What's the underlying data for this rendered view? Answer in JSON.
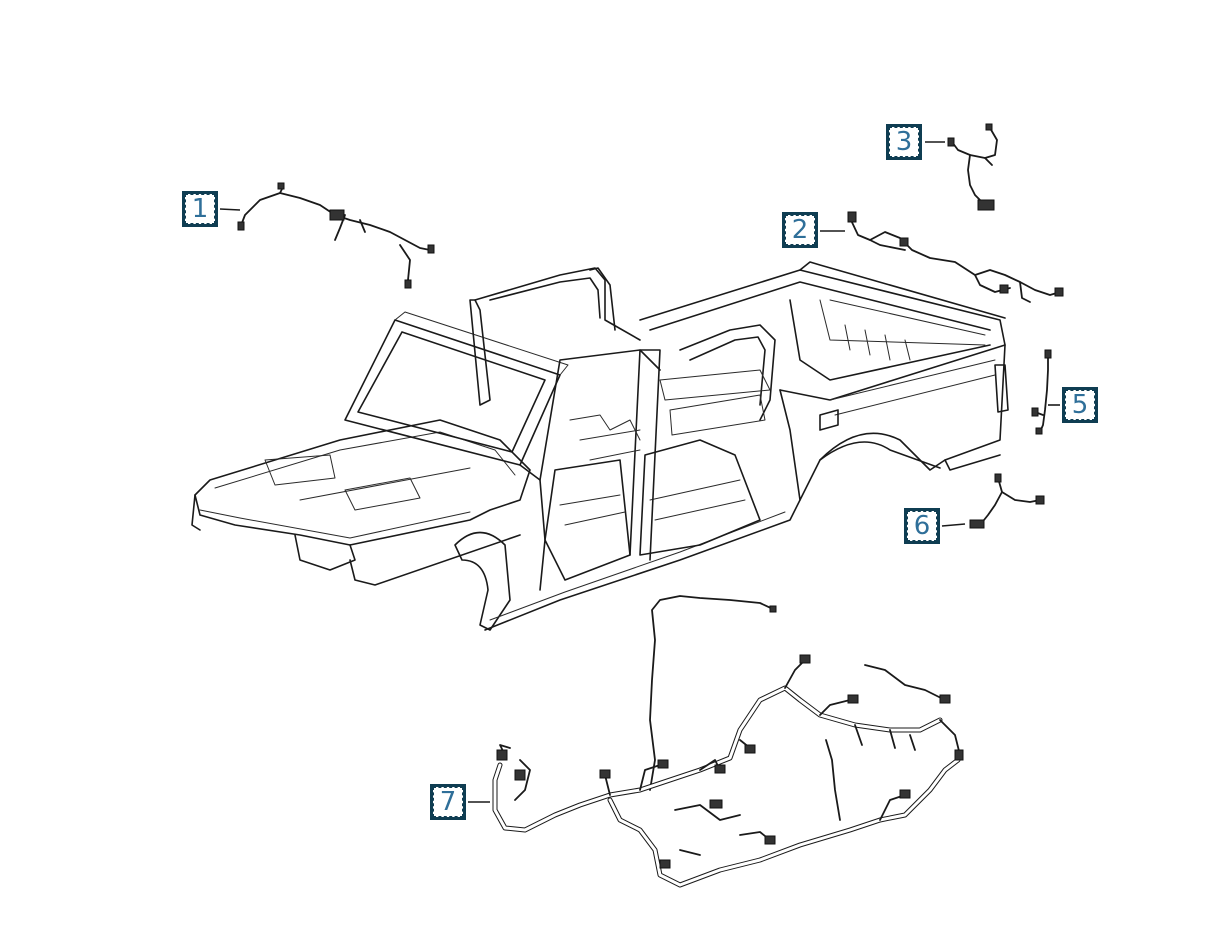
{
  "callouts": [
    {
      "label": "1",
      "part": "harness-1"
    },
    {
      "label": "2",
      "part": "harness-2"
    },
    {
      "label": "3",
      "part": "harness-3"
    },
    {
      "label": "5",
      "part": "harness-5"
    },
    {
      "label": "6",
      "part": "harness-6"
    },
    {
      "label": "7",
      "part": "harness-7"
    }
  ],
  "colors": {
    "callout_frame": "#0f3d52",
    "callout_text": "#2f6f99",
    "linework": "#1a1a1a"
  }
}
